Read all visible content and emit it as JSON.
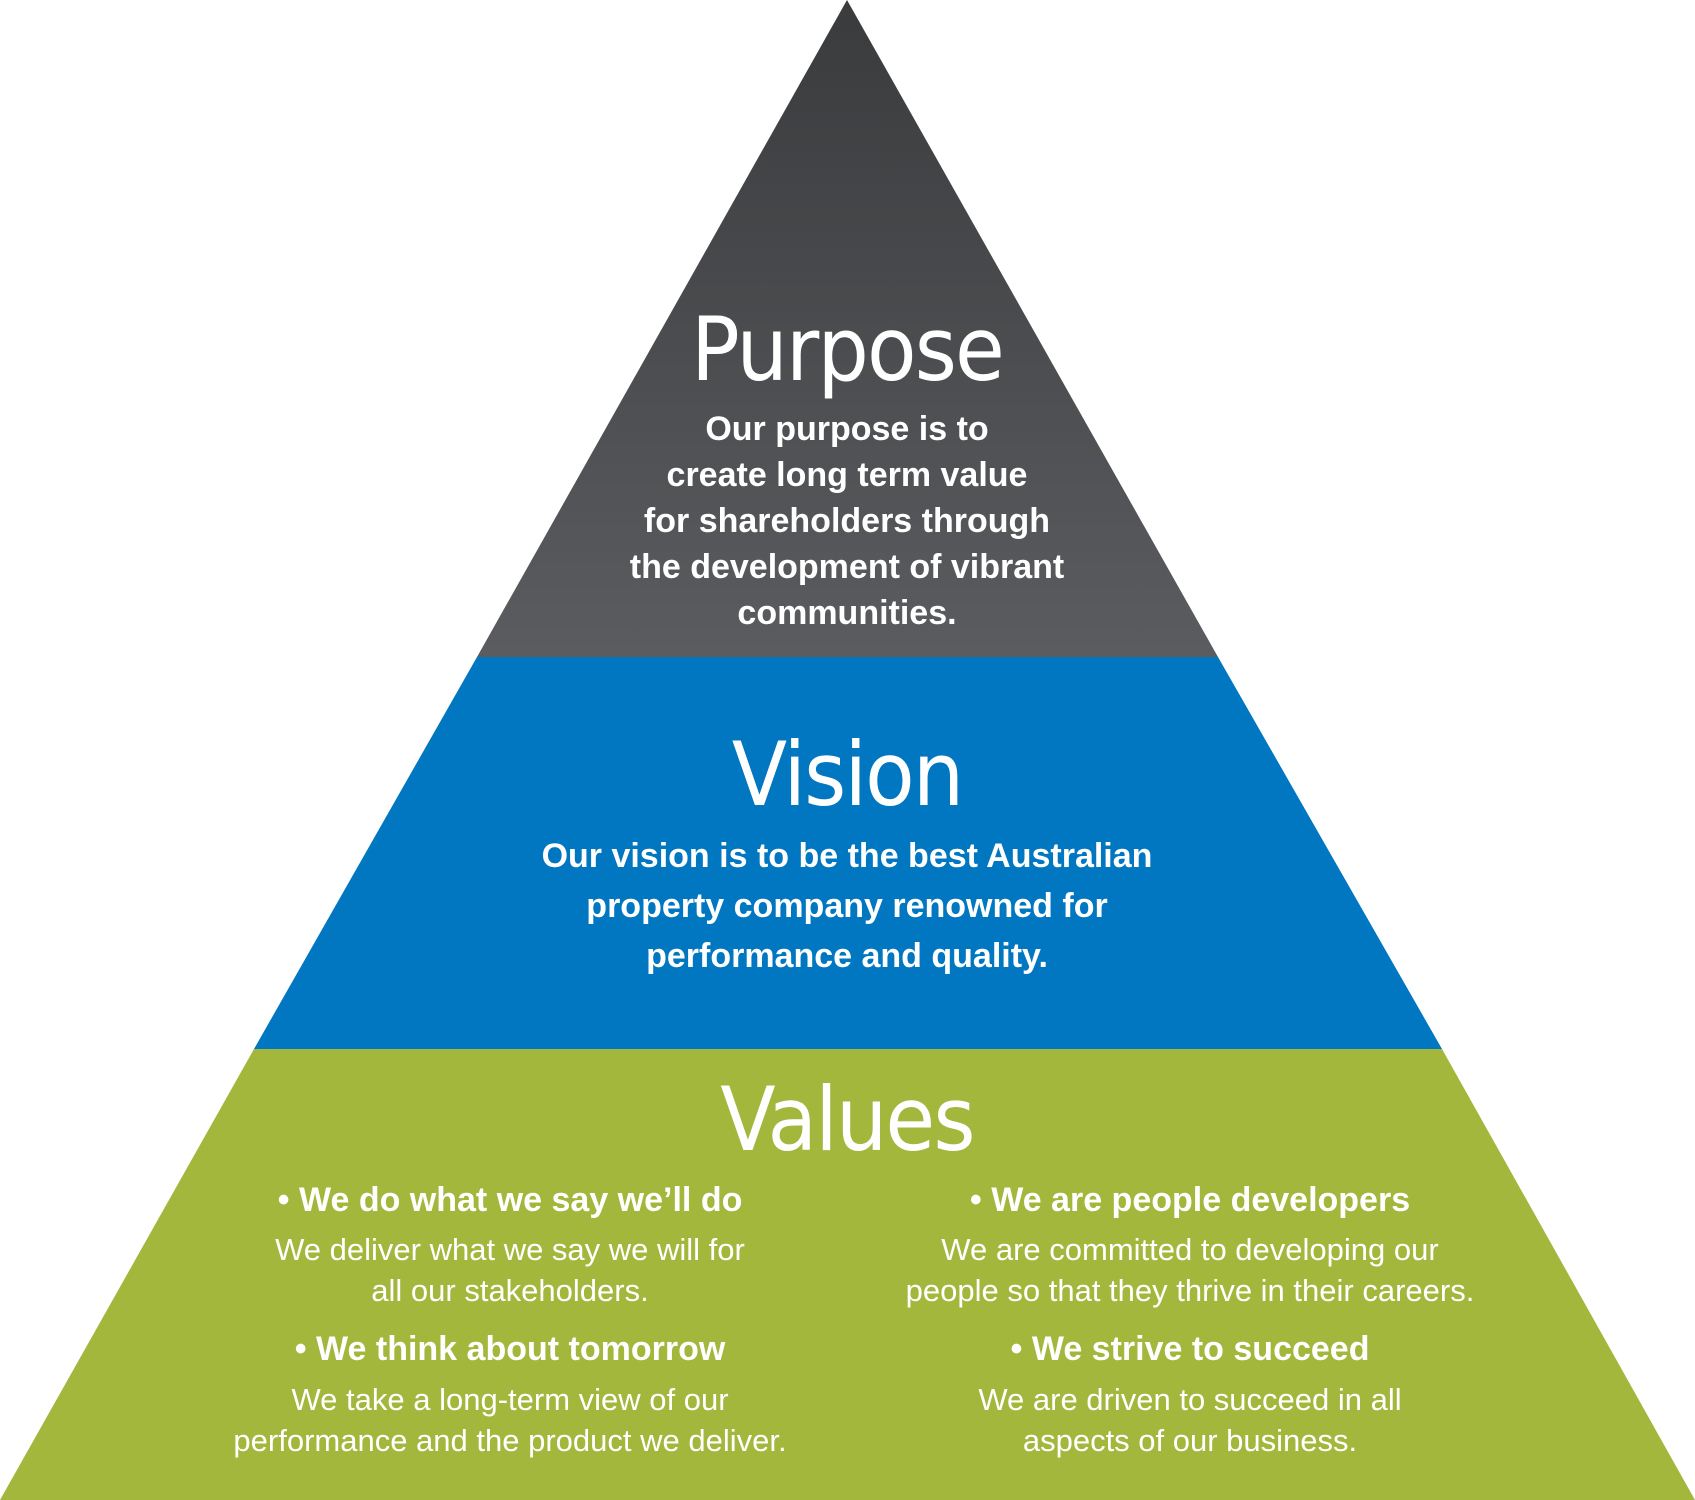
{
  "colors": {
    "purpose_top": "#3a3b3d",
    "purpose_bottom": "#5a5c5f",
    "vision": "#0077c0",
    "values": "#a2b73c",
    "text": "#ffffff"
  },
  "purpose": {
    "heading": "Purpose",
    "lines": [
      "Our purpose is to",
      "create long term value",
      "for shareholders through",
      "the development of vibrant",
      "communities."
    ]
  },
  "vision": {
    "heading": "Vision",
    "lines": [
      "Our vision is to be the best Australian",
      "property company renowned for",
      "performance and quality."
    ]
  },
  "values": {
    "heading": "Values",
    "items": [
      {
        "title": "• We do what we say we’ll do",
        "desc": [
          "We deliver what we say we will for",
          "all our stakeholders."
        ]
      },
      {
        "title": "• We are people developers",
        "desc": [
          "We are committed to developing our",
          "people so that they thrive in their careers."
        ]
      },
      {
        "title": "• We think about tomorrow",
        "desc": [
          "We take a long-term view of our",
          "performance and the product we deliver."
        ]
      },
      {
        "title": "• We strive to succeed",
        "desc": [
          "We are driven to succeed in all",
          "aspects of our business."
        ]
      }
    ]
  }
}
